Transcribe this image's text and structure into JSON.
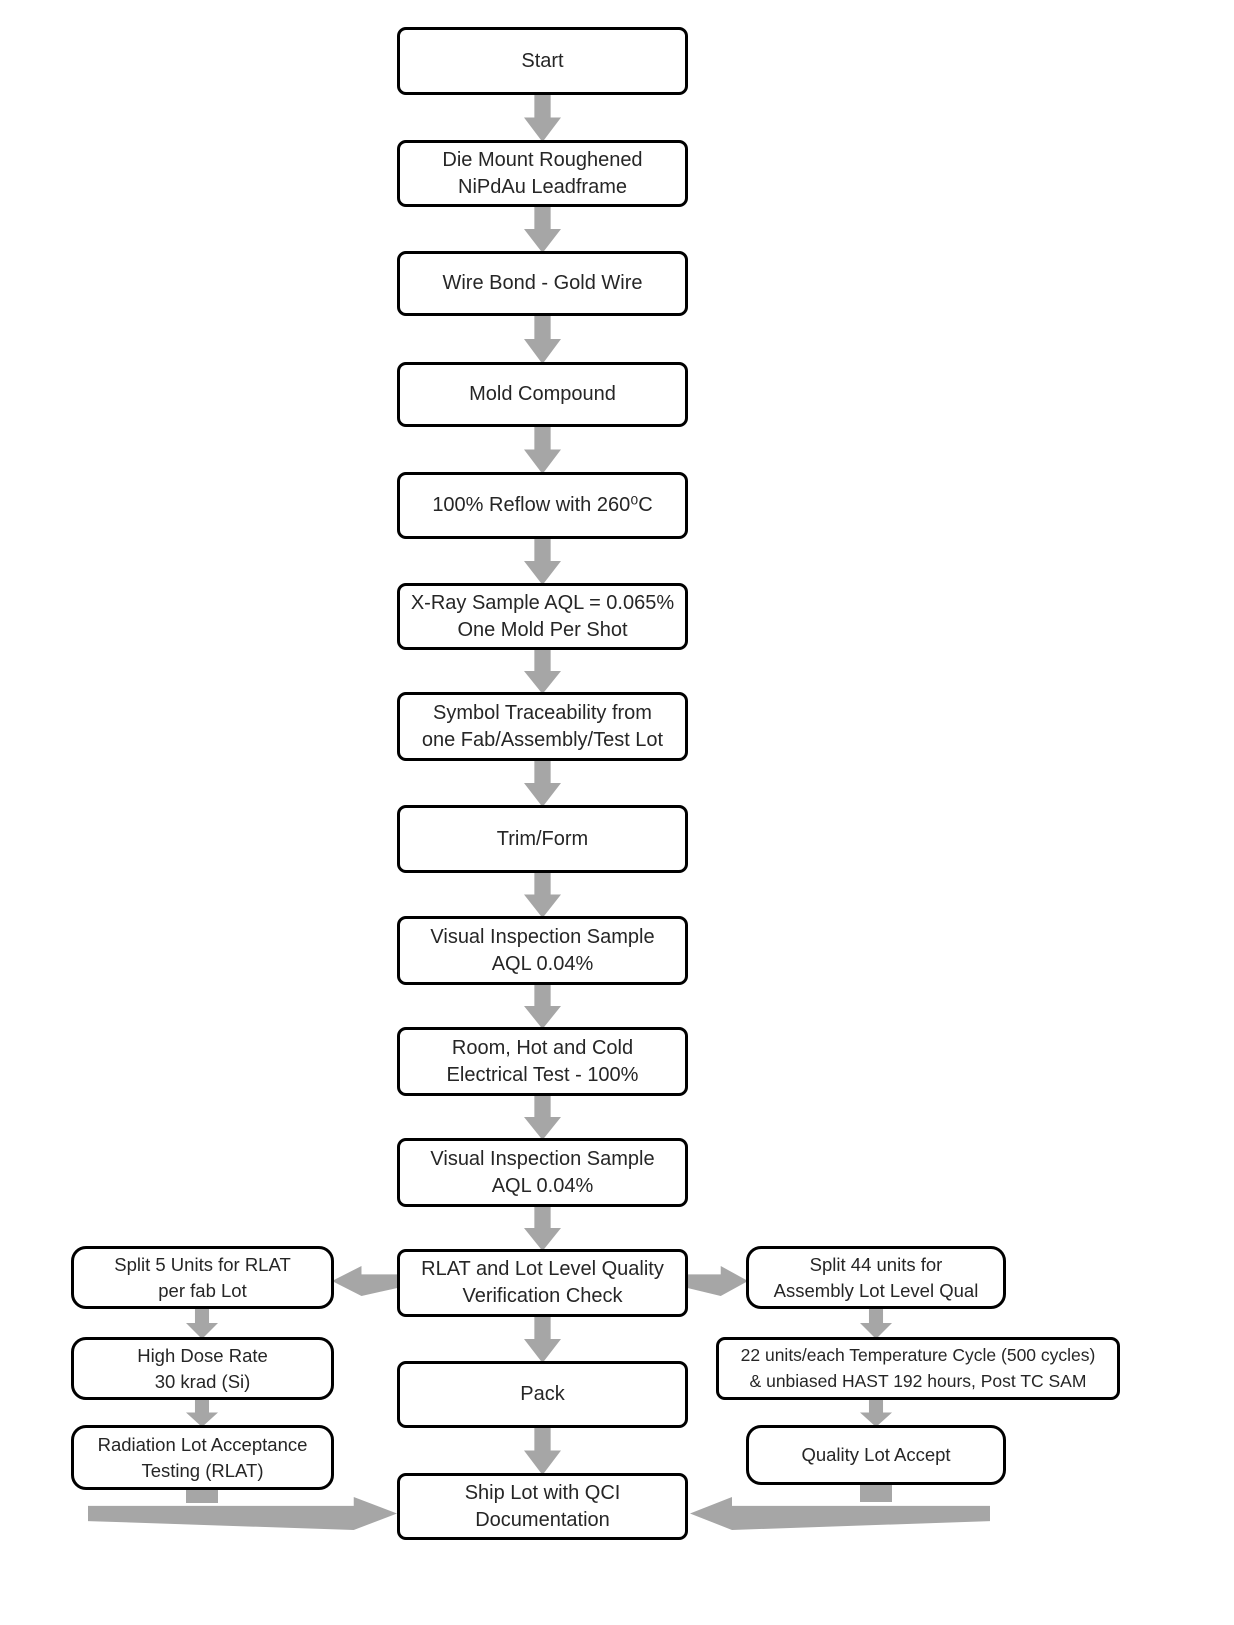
{
  "colors": {
    "background": "#ffffff",
    "box_fill": "#ffffff",
    "box_border": "#000000",
    "text": "#262626",
    "arrow_fill": "#a6a6a6"
  },
  "flowchart": {
    "main": [
      {
        "label": "Start"
      },
      {
        "label": "Die Mount Roughened\nNiPdAu Leadframe"
      },
      {
        "label": "Wire Bond - Gold Wire"
      },
      {
        "label": "Mold Compound"
      },
      {
        "label": "100% Reflow with 260⁰C"
      },
      {
        "label": "X-Ray Sample AQL = 0.065%\nOne Mold Per Shot"
      },
      {
        "label": "Symbol Traceability from\none Fab/Assembly/Test Lot"
      },
      {
        "label": "Trim/Form"
      },
      {
        "label": "Visual Inspection Sample\nAQL 0.04%"
      },
      {
        "label": "Room, Hot and Cold\nElectrical Test - 100%"
      },
      {
        "label": "Visual Inspection Sample\nAQL 0.04%"
      },
      {
        "label": "RLAT and Lot Level Quality\nVerification Check"
      },
      {
        "label": "Pack"
      },
      {
        "label": "Ship Lot with QCI\nDocumentation"
      }
    ],
    "left_branch": [
      {
        "label": "Split 5 Units for RLAT\nper fab Lot"
      },
      {
        "label": "High Dose Rate\n30 krad (Si)"
      },
      {
        "label": "Radiation Lot Acceptance\nTesting (RLAT)"
      }
    ],
    "right_branch": [
      {
        "label": "Split 44 units for\nAssembly Lot Level Qual"
      },
      {
        "label": "22 units/each Temperature Cycle (500 cycles)\n& unbiased HAST 192 hours, Post TC SAM"
      },
      {
        "label": "Quality Lot Accept"
      }
    ]
  }
}
